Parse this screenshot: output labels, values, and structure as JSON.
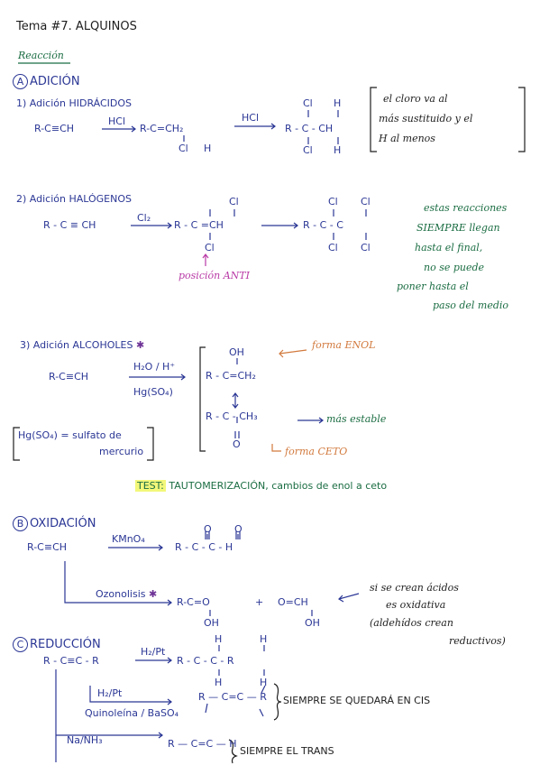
{
  "title": "Tema #7. ALQUINOS",
  "reaccion": "Reacción",
  "sectionA": {
    "letter": "A",
    "label": "ADICIÓN"
  },
  "hidracidos": {
    "heading": "1) Adición HIDRÁCIDOS",
    "start": "R-C≡CH",
    "reagent1": "HCl",
    "mid": "R-C=CH₂",
    "reagent2": "HCl",
    "note": [
      "el cloro va al",
      "más sustituido y el",
      "H al menos"
    ]
  },
  "halogenos": {
    "heading": "2) Adición HALÓGENOS",
    "start": "R - C ≡ CH",
    "reagent": "Cl₂",
    "mid": "R - C =CH",
    "product": "R - C - C",
    "anti": "posición ANTI",
    "note": [
      "estas reacciones",
      "SIEMPRE llegan",
      "hasta el final,",
      "no se puede",
      "poner hasta el",
      "paso del medio"
    ]
  },
  "alcoholes": {
    "heading": "3) Adición ALCOHOLES",
    "start": "R-C≡CH",
    "reagent_top": "H₂O / H⁺",
    "reagent_bottom": "Hg(SO₄)",
    "enol": "R - C=CH₂",
    "keto": "R - C - CH₃",
    "enol_label": "forma ENOL",
    "estable": "más estable",
    "keto_label": "forma CETO",
    "hg_box": [
      "Hg(SO₄) = sulfato de",
      "mercurio"
    ]
  },
  "test": {
    "label": "TEST:",
    "text": "TAUTOMERIZACIÓN, cambios de enol a ceto"
  },
  "sectionB": {
    "letter": "B",
    "label": "OXIDACIÓN"
  },
  "oxidacion": {
    "start": "R-C≡CH",
    "reagent": "KMnO₄",
    "product": "R - C - C - H",
    "ozonolisis": "Ozonolisis",
    "acid1": "R-C=O",
    "plus": "+",
    "acid2": "O=CH",
    "note": [
      "si se crean ácidos",
      "es oxidativa",
      "(aldehídos crean",
      "reductivos)"
    ]
  },
  "sectionC": {
    "letter": "C",
    "label": "REDUCCIÓN"
  },
  "reduccion": {
    "start": "R - C≡C - R",
    "reagent1": "H₂/Pt",
    "product1": "R - C - C - R",
    "reagent2_top": "H₂/Pt",
    "reagent2_bottom": "Quinoleína / BaSO₄",
    "cis_note": "SIEMPRE SE QUEDARÁ EN CIS",
    "reagent3": "Na/NH₃",
    "trans_note": "SIEMPRE EL TRANS"
  }
}
